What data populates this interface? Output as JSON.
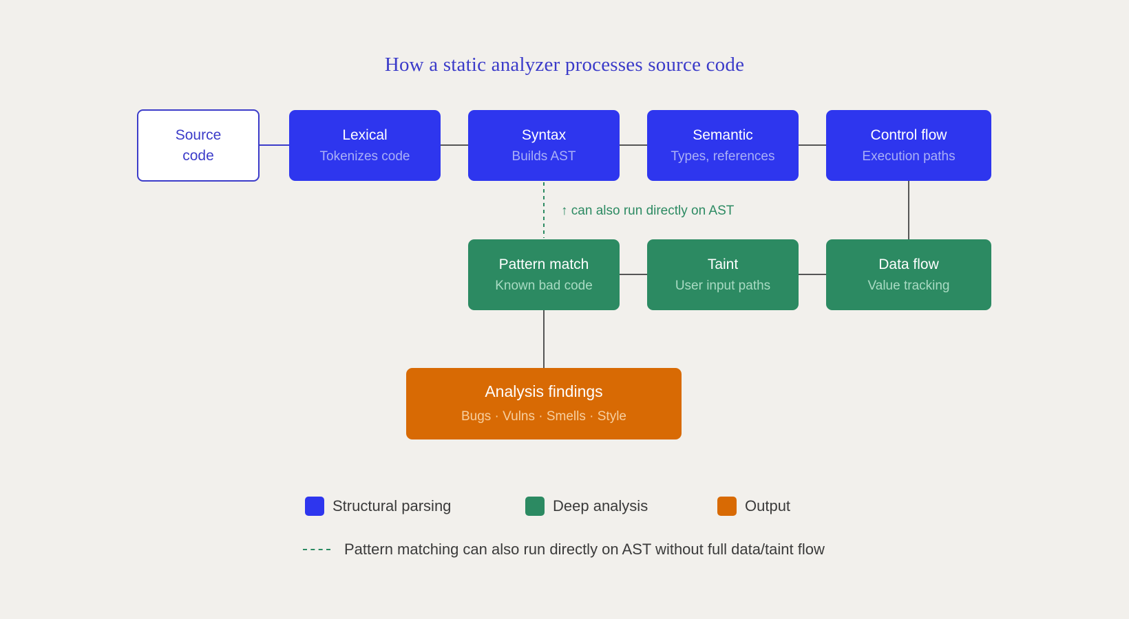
{
  "title": "How a static analyzer processes source code",
  "nodes": {
    "source": {
      "title": "Source\ncode"
    },
    "lexical": {
      "title": "Lexical",
      "subtitle": "Tokenizes code"
    },
    "syntax": {
      "title": "Syntax",
      "subtitle": "Builds AST"
    },
    "semantic": {
      "title": "Semantic",
      "subtitle": "Types, references"
    },
    "control_flow": {
      "title": "Control flow",
      "subtitle": "Execution paths"
    },
    "pattern_match": {
      "title": "Pattern match",
      "subtitle": "Known bad code"
    },
    "taint": {
      "title": "Taint",
      "subtitle": "User input paths"
    },
    "data_flow": {
      "title": "Data flow",
      "subtitle": "Value tracking"
    },
    "findings": {
      "title": "Analysis findings",
      "subtitle": "Bugs · Vulns · Smells · Style"
    }
  },
  "annotation": "↑ can also run directly on AST",
  "legend": {
    "structural": "Structural parsing",
    "deep": "Deep analysis",
    "output": "Output"
  },
  "footnote": "Pattern matching can also run directly on AST without full data/taint flow",
  "colors": {
    "structural": "#2e36ee",
    "deep": "#2c8a62",
    "output": "#d86a04",
    "title": "#3b3bc9",
    "background": "#f2f0ec"
  }
}
